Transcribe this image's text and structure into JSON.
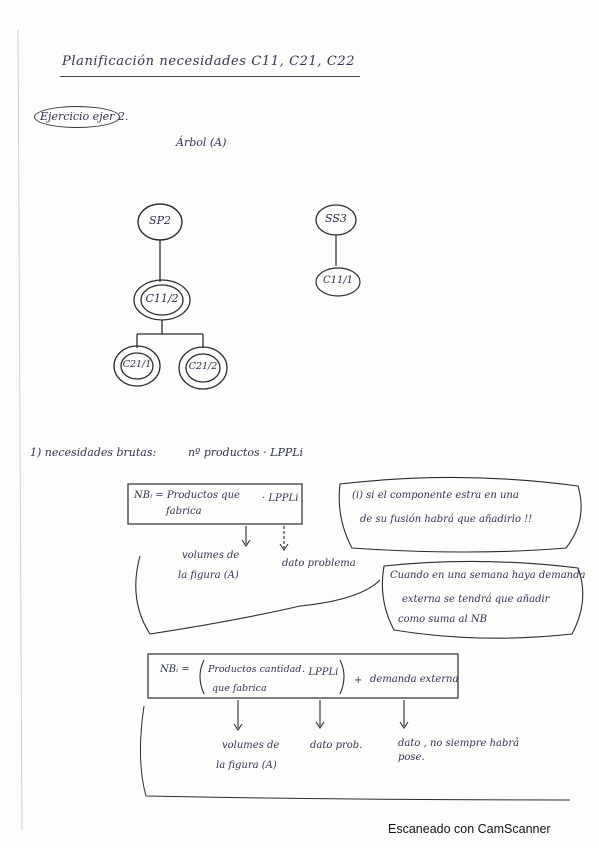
{
  "document": {
    "title": "Planificación necesidades C11, C21, C22",
    "exercise_label": "Ejercicio ejer 2.",
    "tree_caption": "Árbol (A)",
    "tree_left": {
      "root": "SP2",
      "mid": "C11/2",
      "leaves": [
        "C21/1",
        "C21/2"
      ]
    },
    "tree_right": {
      "root": "SS3",
      "child": "C11/1"
    },
    "section_heading": "1) necesidades brutas:",
    "section_formula": "nº productos · LPPLi",
    "box1": {
      "line1": "NBᵢ = Productos que",
      "line2": "fabrica",
      "ref": "· LPPLi"
    },
    "note1": {
      "line1": "(i) si el componente estra en una",
      "line2": "de su fusión habrá que añadirlo !!"
    },
    "labels1": {
      "volumes_a": "volumes de",
      "volumes_b": "la figura (A)",
      "dato": "dato problema"
    },
    "note2": {
      "line1": "Cuando en una semana haya demanda",
      "line2": "externa se tendrá que añadir",
      "line3": "como suma al  NB"
    },
    "box2": {
      "left": "NBᵢ =",
      "line1": "Productos cantidad",
      "line2": "que fabrica",
      "ref": "· LPPLi",
      "plus": "+",
      "demand": "demanda externa"
    },
    "labels2": {
      "volumes_a": "volumes de",
      "volumes_b": "la figura (A)",
      "dato": "dato prob.",
      "dato3a": "dato , no siempre habrá",
      "dato3b": "pose."
    },
    "footer": "Escaneado con CamScanner"
  }
}
